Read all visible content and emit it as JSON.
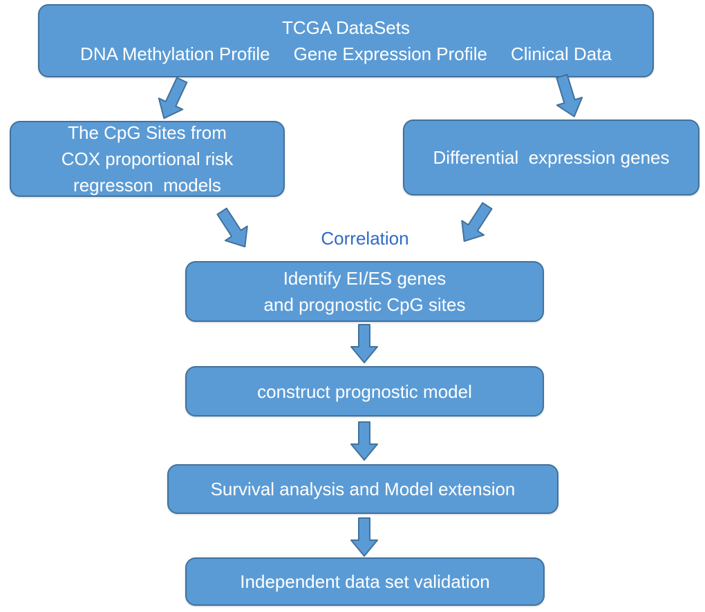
{
  "colors": {
    "background": "#ffffff",
    "box_fill": "#5b9bd5",
    "box_border": "#41719c",
    "box_text": "#ffffff",
    "arrow_fill": "#5b9bd5",
    "arrow_border": "#41719c",
    "correlation_text": "#2e6ac8"
  },
  "nodes": {
    "tcga": {
      "title": "TCGA DataSets",
      "sub_items": [
        "DNA Methylation Profile",
        "Gene Expression Profile",
        "Clinical Data"
      ]
    },
    "cpg_sites": {
      "lines": [
        "The CpG Sites from",
        "COX proportional risk",
        "regresson  models"
      ]
    },
    "deg": {
      "label": "Differential  expression genes"
    },
    "identify": {
      "lines": [
        "Identify EI/ES genes",
        "and prognostic CpG sites"
      ]
    },
    "construct": {
      "label": "construct prognostic model"
    },
    "survival": {
      "label": "Survival analysis and Model extension"
    },
    "validation": {
      "label": "Independent data set validation"
    }
  },
  "labels": {
    "correlation": "Correlation"
  }
}
